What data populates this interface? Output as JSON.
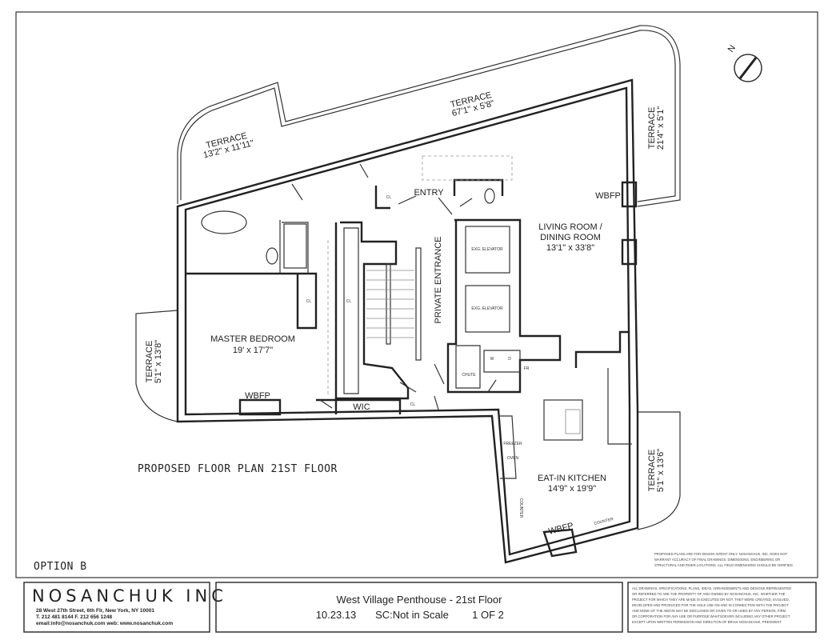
{
  "plan": {
    "title": "PROPOSED FLOOR PLAN 21ST FLOOR",
    "option": "OPTION B",
    "rooms": [
      {
        "name": "TERRACE",
        "dims": "13'2\" x 11'11\""
      },
      {
        "name": "TERRACE",
        "dims": "67'1\" x 5'8\""
      },
      {
        "name": "TERRACE",
        "dims": "21'4\" x 5'1\""
      },
      {
        "name": "TERRACE",
        "dims": "5'1\" x 13'8\""
      },
      {
        "name": "TERRACE",
        "dims": "5'1\" x 13'6\""
      },
      {
        "name": "MASTER BEDROOM",
        "dims": "19' x 17'7\""
      },
      {
        "name": "LIVING ROOM /",
        "name2": "DINING ROOM",
        "dims": "13'1\" x 33'8\""
      },
      {
        "name": "EAT-IN KITCHEN",
        "dims": "14'9\" x 19'9\""
      }
    ],
    "labels": {
      "entry": "ENTRY",
      "private_entrance": "PRIVATE ENTRANCE",
      "elevator1": "EXG. ELEVATOR",
      "elevator2": "EXG. ELEVATOR",
      "chute": "CHUTE",
      "wic": "WIC",
      "wbfp1": "WBFP",
      "wbfp2": "WBFP",
      "wbfp3": "WBFP",
      "cl1": "CL",
      "cl2": "CL",
      "cl3": "CL",
      "cl4": "CL",
      "fr": "FR",
      "w": "W",
      "d": "D",
      "freezer": "FREEZER",
      "oven": "OVEN",
      "counter1": "COUNTER",
      "counter2": "COUNTER"
    },
    "compass": "N"
  },
  "notes": {
    "disclaimer": [
      "PROPOSED PLANS ARE FOR DESIGN INTENT ONLY. NOSANCHUK, INC. DOES NOT",
      "WARRANT ACCURACY OF FINAL DRAWINGS, DIMENSIONS, ENGINEERING OR",
      "STRUCTURAL AND RISER LOCATIONS. ALL FIELD DIMENSIONS SHOULD BE VERIFIED."
    ],
    "copyright": [
      "ALL DRAWINGS, SPECIFICATIONS, PLANS, IDEAS, ARRANGEMENTS AND DESIGNS REPRESENTED",
      "OR REFERRED TO ARE THE PROPERTY OF AND OWNED BY NOSANCHUK, INC. WHETHER THE",
      "PROJECT FOR WHICH THEY ARE MADE IS EXECUTED OR NOT. THEY WERE CREATED, EVOLVED,",
      "DEVELOPED AND PRODUCED FOR THE SOLE USE ON AND IN CONNECTION WITH THE PROJECT",
      "AND NONE OF THE ABOVE MAY BE DISCLOSED OR GIVEN TO OR USED BY ANY PERSON, FIRM",
      "OR CORPORATION FOR ANY USE OR PURPOSE WHATSOEVER INCLUDING ANY OTHER PROJECT",
      "EXCEPT UPON WRITTEN PERMISSION AND DIRECTION OF BRIAN NOSANCHUK, PRESIDENT."
    ]
  },
  "title_block": {
    "firm": "NOSANCHUK INC",
    "address": "28 West 27th Street, 6th Flr, New York, NY 10001",
    "phone": "T. 212 481 8144    F. 212 656 1248",
    "contact": "email:info@nosanchuk.com  web: www.nosanchuk.com",
    "project": "West Village Penthouse  -  21st Floor",
    "date": "10.23.13",
    "scale": "SC:Not in Scale",
    "sheet": "1 OF 2"
  }
}
